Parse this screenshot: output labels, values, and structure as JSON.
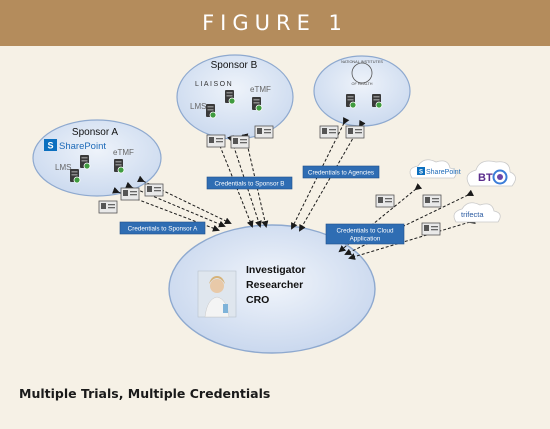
{
  "figure_title": "FIGURE 1",
  "caption": "Multiple Trials, Multiple Credentials",
  "sponsor_a": {
    "title": "Sponsor A",
    "logo": "SharePoint",
    "lms": "LMS",
    "etmf": "eTMF"
  },
  "sponsor_b": {
    "title": "Sponsor B",
    "logo": "LIAISON",
    "lms": "LMS",
    "etmf": "eTMF"
  },
  "agency": {
    "logo_top": "NATIONAL INSTITUTES",
    "logo_bottom": "OF HEALTH"
  },
  "cloud": {
    "sharepoint": "SharePoint",
    "bt": "BT",
    "trifecta": "trifecta"
  },
  "center": {
    "line1": "Investigator",
    "line2": "Researcher",
    "line3": "CRO"
  },
  "labels": {
    "sponsor_a": "Credentials to Sponsor A",
    "sponsor_b": "Credentials to Sponsor B",
    "agencies": "Credentials to Agencies",
    "cloud_line1": "Credentials to Cloud",
    "cloud_line2": "Application"
  },
  "colors": {
    "header": "#b48c5c",
    "background": "#f6f1e6",
    "ellipse_fill": "#d9e4f3",
    "ellipse_stroke": "#8ea9cf",
    "label_box": "#2f6db3",
    "arrow": "#1a1a1a"
  }
}
